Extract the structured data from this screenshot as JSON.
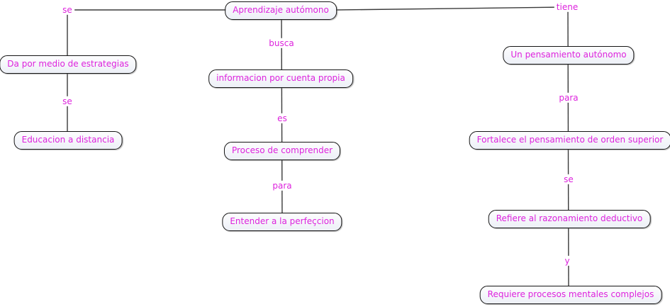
{
  "colors": {
    "node_text": "#dd22dd",
    "node_border": "#141414",
    "node_background": "#eef1f8",
    "connector_line": "#3a3a3a",
    "canvas_background": "#ffffff"
  },
  "nodes": [
    {
      "label": "Aprendizaje autómono"
    },
    {
      "label": "Da por medio de estrategias"
    },
    {
      "label": "Educacion a distancia"
    },
    {
      "label": "informacion por cuenta propia"
    },
    {
      "label": "Proceso de comprender"
    },
    {
      "label": "Entender a la perfeçcion"
    },
    {
      "label": "Un pensamiento autónomo"
    },
    {
      "label": "Fortalece el pensamiento de orden superior"
    },
    {
      "label": "Refiere al razonamiento deductivo"
    },
    {
      "label": "Requiere procesos mentales complejos"
    }
  ],
  "links": [
    {
      "label": "se"
    },
    {
      "label": "busca"
    },
    {
      "label": "es"
    },
    {
      "label": "para"
    },
    {
      "label": "se"
    },
    {
      "label": "tiene"
    },
    {
      "label": "para"
    },
    {
      "label": "se"
    },
    {
      "label": "y"
    }
  ]
}
